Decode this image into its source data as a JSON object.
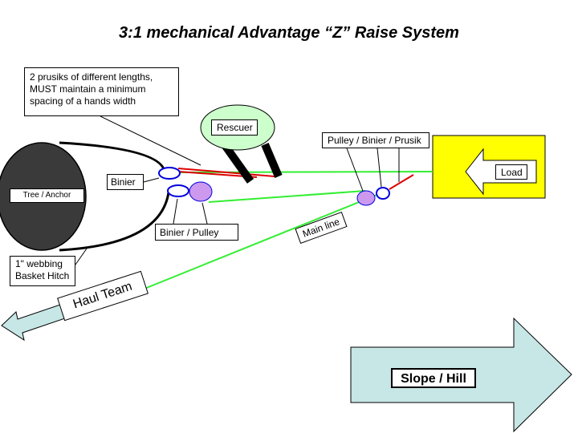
{
  "title": "3:1 mechanical Advantage “Z” Raise System",
  "labels": {
    "prusik_note": "2 prusiks of different lengths, MUST maintain a minimum spacing of a hands width",
    "binier": "Binier",
    "binier_pulley": "Binier / Pulley",
    "pulley_binier_prusik": "Pulley / Binier / Prusik",
    "webbing": "1\" webbing Basket Hitch",
    "rescuer": "Rescuer",
    "load": "Load",
    "tree_anchor": "Tree / Anchor",
    "haul_team": "Haul Team",
    "main_line": "Main line",
    "slope_hill": "Slope / Hill"
  },
  "colors": {
    "main_line": "#33ee33",
    "prusik": "#dd0000",
    "carabiner": "#0000dd",
    "pulley": "#cc99ee",
    "load_box": "#ffff00",
    "arrow_fill": "#c7e6e6",
    "rescuer_fill": "#ccffcc",
    "anchor_fill": "#3a3a3a"
  }
}
